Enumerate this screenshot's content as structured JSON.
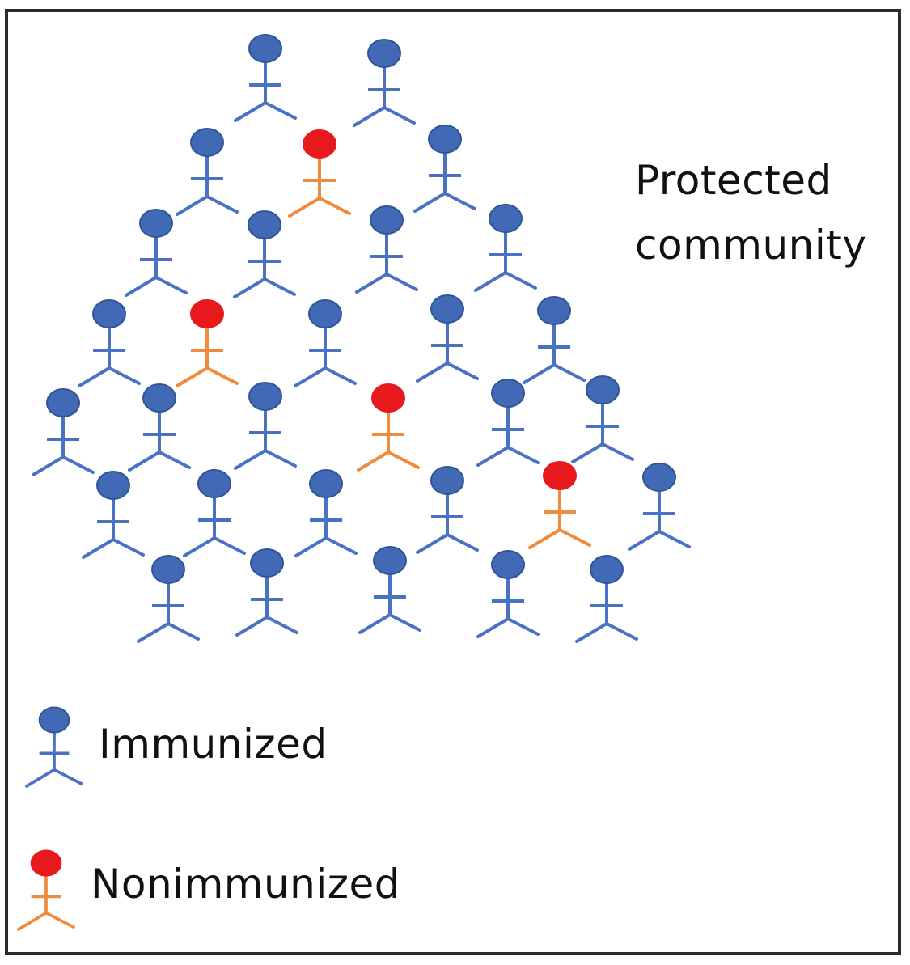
{
  "title": {
    "line1": "Protected",
    "line2": "community"
  },
  "colors": {
    "immunized_head": "#4169b5",
    "immunized_head_stroke": "#2f5597",
    "immunized_body": "#4a72c4",
    "nonimmunized_head": "#e8191c",
    "nonimmunized_body": "#f08a3c",
    "frame": "#2b2b2b"
  },
  "legend": [
    {
      "label": "Immunized",
      "status": "immunized"
    },
    {
      "label": "Nonimmunized",
      "status": "nonimmunized"
    }
  ],
  "community": {
    "rows": [
      [
        "immunized",
        "immunized"
      ],
      [
        "immunized",
        "nonimmunized",
        "immunized"
      ],
      [
        "immunized",
        "immunized",
        "immunized",
        "immunized"
      ],
      [
        "immunized",
        "nonimmunized",
        "immunized",
        "immunized",
        "immunized"
      ],
      [
        "immunized",
        "immunized",
        "immunized",
        "nonimmunized",
        "immunized",
        "immunized"
      ],
      [
        "immunized",
        "immunized",
        "immunized",
        "immunized",
        "nonimmunized",
        "immunized"
      ],
      [
        "immunized",
        "immunized",
        "immunized",
        "immunized",
        "immunized"
      ]
    ],
    "counts": {
      "immunized": 27,
      "nonimmunized": 4
    }
  }
}
